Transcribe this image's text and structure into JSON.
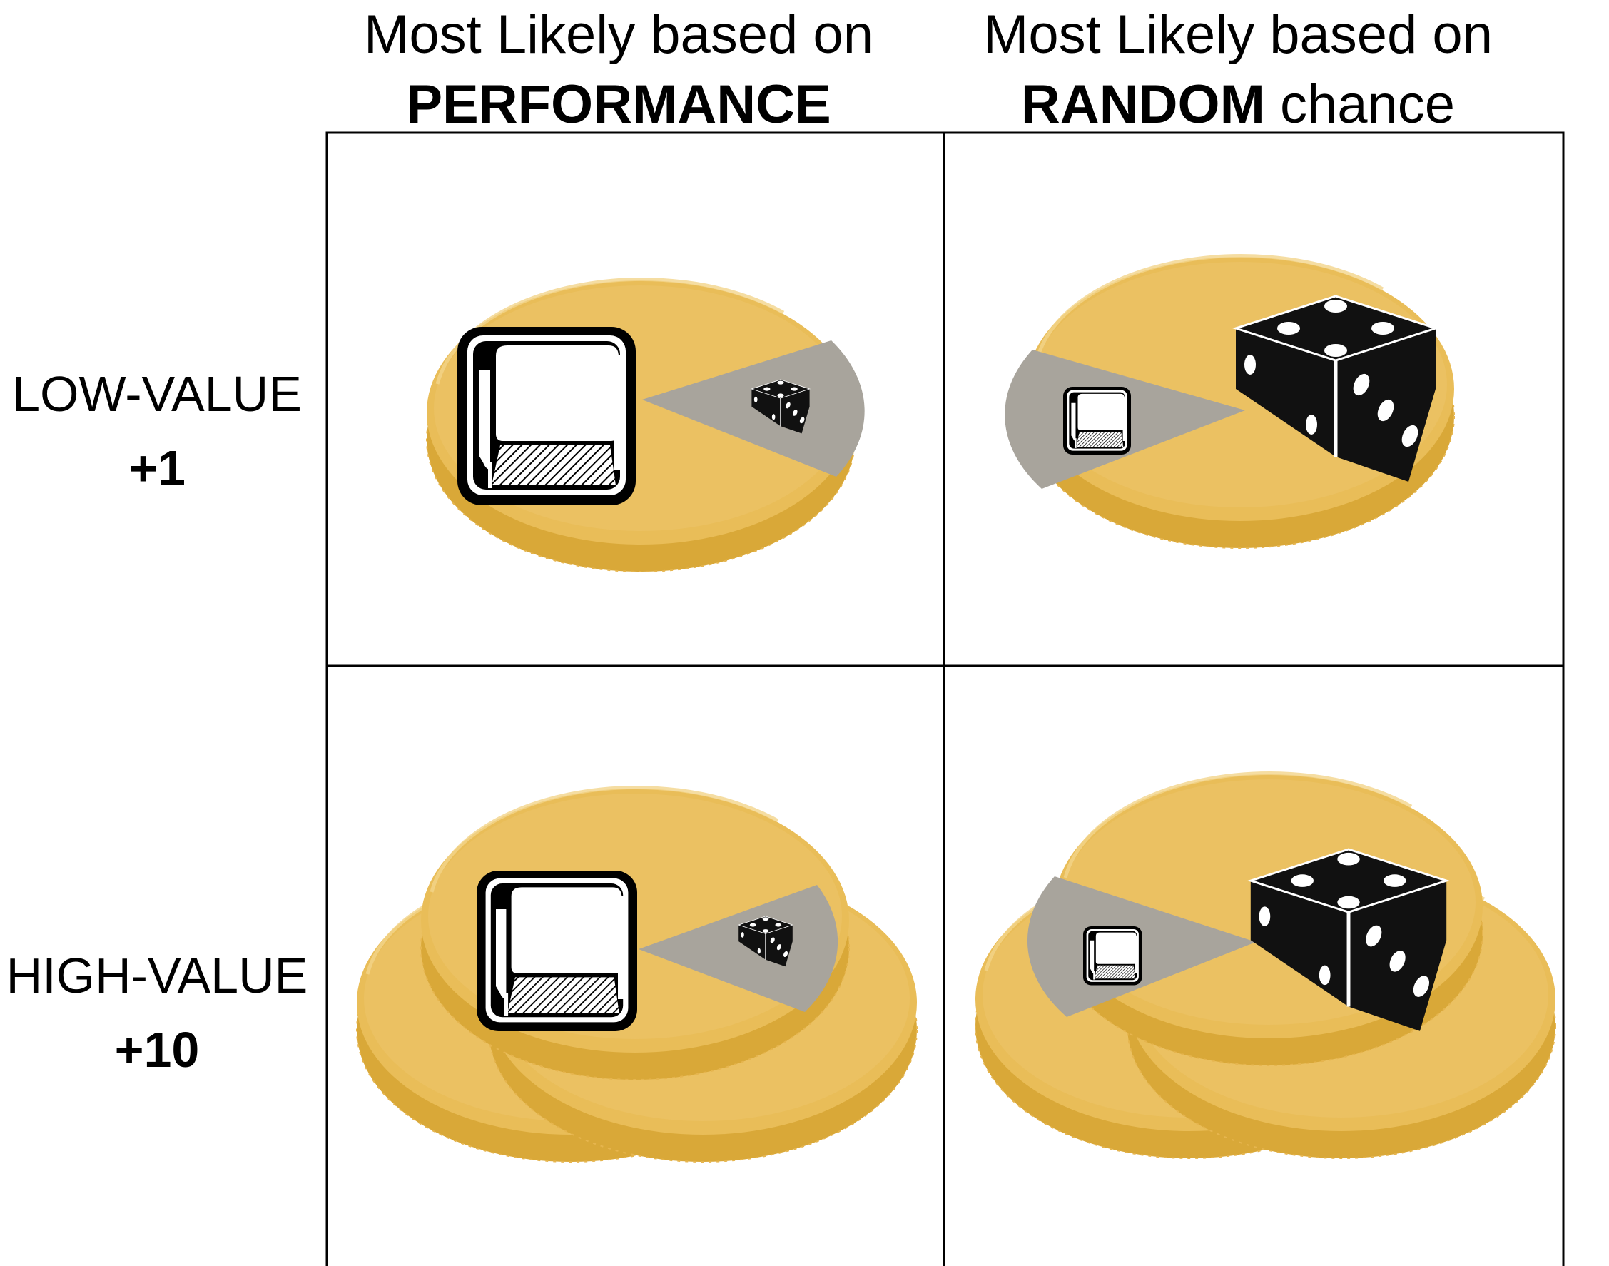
{
  "columns": [
    {
      "line1": "Most Likely based on",
      "bold": "PERFORMANCE",
      "tail": ""
    },
    {
      "line1": "Most Likely based on",
      "bold": "RANDOM",
      "tail": " chance"
    }
  ],
  "rows": [
    {
      "label": "LOW-VALUE",
      "value": "+1"
    },
    {
      "label": "HIGH-VALUE",
      "value": "+10"
    }
  ],
  "cells": [
    {
      "row": 0,
      "col": 0,
      "coins": 1,
      "dominant": "key-icon",
      "minor": "die-icon"
    },
    {
      "row": 0,
      "col": 1,
      "coins": 1,
      "dominant": "die-icon",
      "minor": "key-icon"
    },
    {
      "row": 1,
      "col": 0,
      "coins": 3,
      "dominant": "key-icon",
      "minor": "die-icon"
    },
    {
      "row": 1,
      "col": 1,
      "coins": 3,
      "dominant": "die-icon",
      "minor": "key-icon"
    }
  ],
  "colors": {
    "coin": "#e9bd58",
    "coin_light": "#f1cf7d",
    "coin_edge": "#d9a838",
    "wedge": "#a8a49c",
    "die": "#111111"
  }
}
